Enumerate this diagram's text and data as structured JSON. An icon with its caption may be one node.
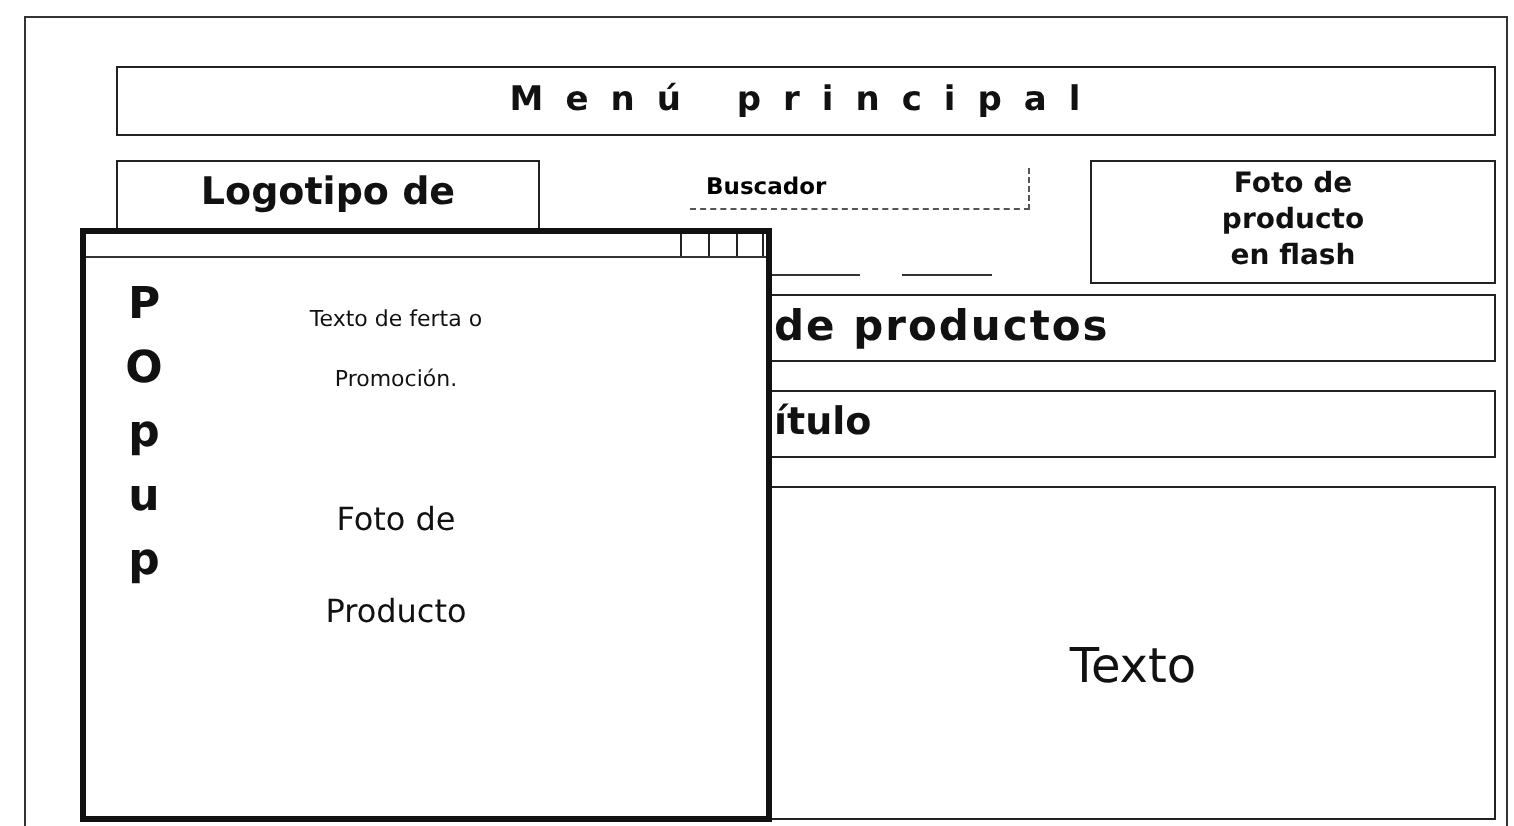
{
  "diagram": {
    "nodes": [
      {
        "text": [
          "Menú principal"
        ]
      },
      {
        "text": [
          "Logotipo de"
        ]
      },
      {
        "text": [
          "Buscador"
        ]
      },
      {
        "text": [
          "Foto de producto en flash"
        ]
      },
      {
        "text": [
          "de productos"
        ]
      },
      {
        "text": [
          "ítulo"
        ]
      },
      {
        "text": [
          "Texto"
        ]
      },
      {
        "text": [
          "POpup",
          "Texto de ferta o Promoción.",
          "Foto de Producto"
        ]
      }
    ]
  }
}
